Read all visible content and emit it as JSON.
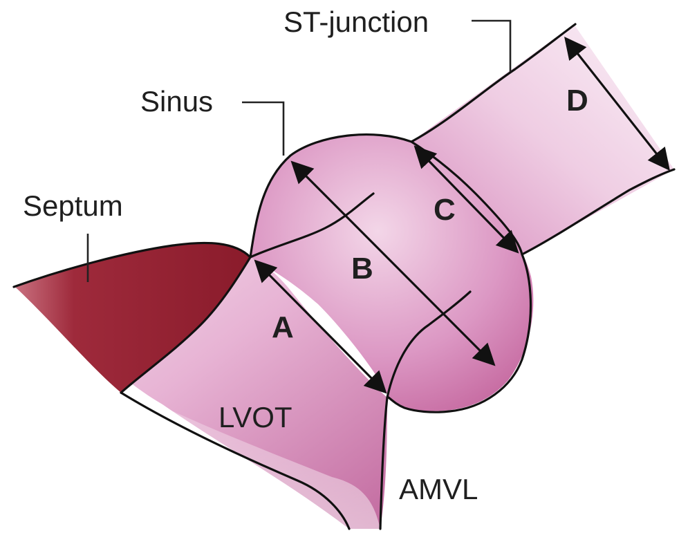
{
  "labels": {
    "st_junction": "ST-junction",
    "sinus": "Sinus",
    "septum": "Septum",
    "lvot": "LVOT",
    "amvl": "AMVL"
  },
  "dimensions": {
    "a": "A",
    "b": "B",
    "c": "C",
    "d": "D"
  },
  "colors": {
    "tissue_pink": "#d98fbf",
    "tissue_light": "#f6e4f0",
    "septum_red": "#8e1f2e",
    "outline": "#111111"
  }
}
